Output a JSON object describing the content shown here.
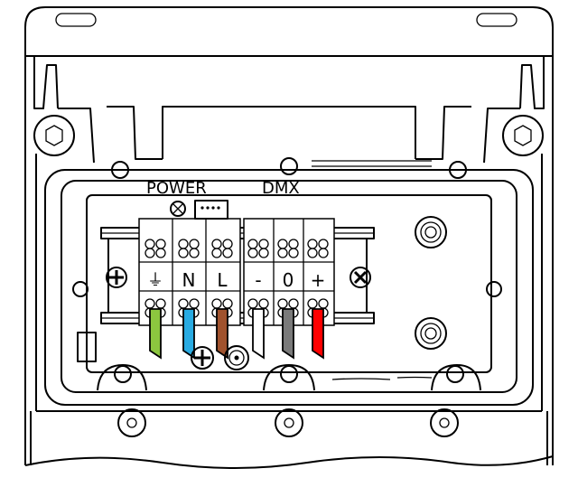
{
  "labels": {
    "power": "POWER",
    "dmx": "DMX"
  },
  "power_terminals": [
    {
      "symbol": "⏚",
      "meaning": "earth",
      "wire_color": "#8cc63f"
    },
    {
      "symbol": "N",
      "meaning": "neutral",
      "wire_color": "#29abe2"
    },
    {
      "symbol": "L",
      "meaning": "live",
      "wire_color": "#a0522d"
    }
  ],
  "dmx_terminals": [
    {
      "symbol": "-",
      "wire_color": "#ffffff"
    },
    {
      "symbol": "0",
      "wire_color": "#7a7a7a"
    },
    {
      "symbol": "+",
      "wire_color": "#ff0000"
    }
  ],
  "icons": [
    "screw-icon",
    "ground-screw-icon",
    "cable-gland-icon",
    "mounting-hole-icon"
  ]
}
